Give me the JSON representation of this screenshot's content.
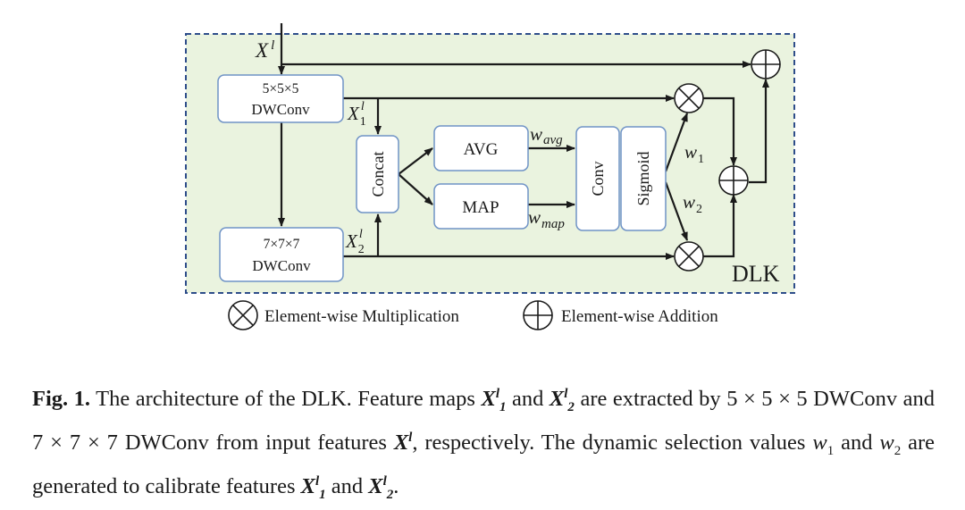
{
  "diagram": {
    "module_label": "DLK",
    "input_label": "X",
    "input_sup": "l",
    "x1_label": "X",
    "x1_sup": "l",
    "x1_sub": "1",
    "x2_label": "X",
    "x2_sup": "l",
    "x2_sub": "2",
    "conv1_line1": "5×5×5",
    "conv1_line2": "DWConv",
    "conv2_line1": "7×7×7",
    "conv2_line2": "DWConv",
    "concat": "Concat",
    "avg": "AVG",
    "map": "MAP",
    "conv": "Conv",
    "sigmoid": "Sigmoid",
    "w_avg_base": "w",
    "w_avg_sub": "avg",
    "w_map_base": "w",
    "w_map_sub": "map",
    "w1_base": "w",
    "w1_sub": "1",
    "w2_base": "w",
    "w2_sub": "2"
  },
  "legend": {
    "mult": "Element-wise Multiplication",
    "add": "Element-wise Addition"
  },
  "caption": {
    "label": "Fig. 1.",
    "t1": " The architecture of the DLK. Feature maps ",
    "t2": " and ",
    "t3": " are extracted by ",
    "t4": " DWConv and ",
    "t5": " DWConv from input features ",
    "t6": ", respectively. The dynamic selection values ",
    "t7": " and ",
    "t8": " are generated to calibrate features ",
    "t9": " and ",
    "t10": ".",
    "x_sym": "X",
    "l_sym": "l",
    "one": "1",
    "two": "2",
    "w_sym": "w",
    "k5": "5 × 5 × 5",
    "k7": "7 × 7 × 7"
  },
  "colors": {
    "module_fill": "#eaf3df",
    "module_border": "#2e4d8a",
    "box_border": "#6f93c6",
    "line": "#1a1a1a"
  }
}
